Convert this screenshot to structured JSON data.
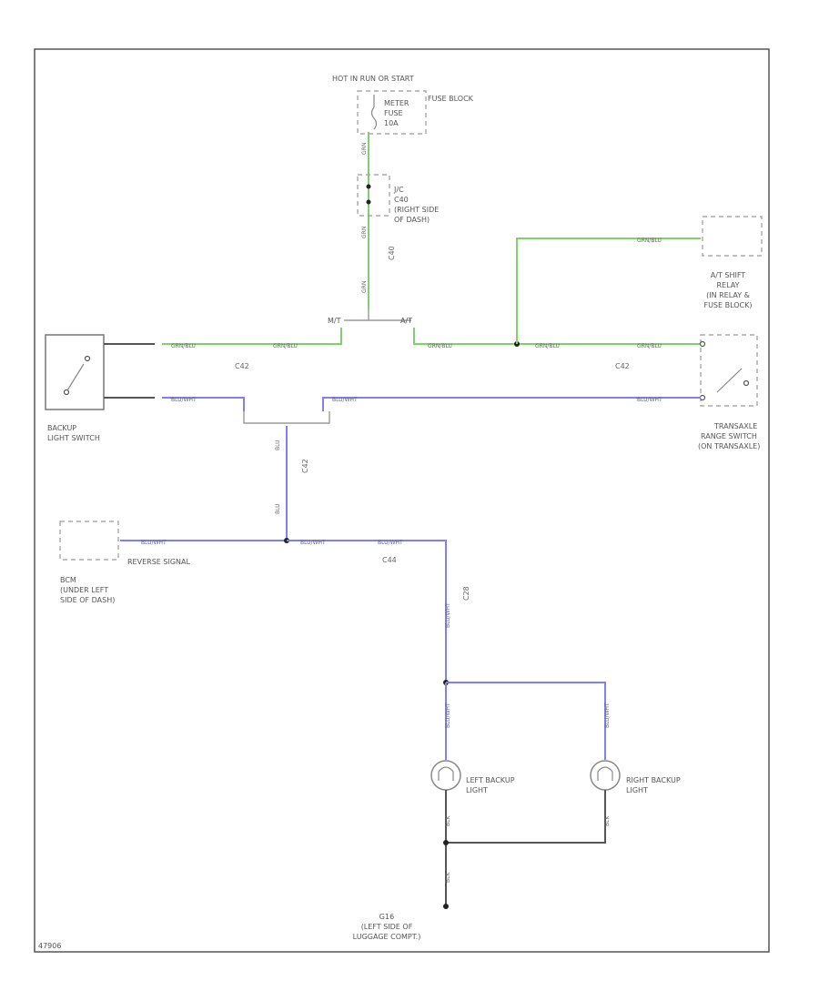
{
  "title": "",
  "figure_id": "47906",
  "components": {
    "hot_label": "HOT IN RUN OR START",
    "fuse_block": "FUSE BLOCK",
    "meter_fuse": [
      "METER",
      "FUSE",
      "10A"
    ],
    "jc": [
      "J/C",
      "C40",
      "(RIGHT SIDE",
      "OF DASH)"
    ],
    "jc_conn": "C40",
    "at_shift_relay": [
      "A/T SHIFT",
      "RELAY",
      "(IN RELAY &",
      "FUSE BLOCK)"
    ],
    "backup_switch": [
      "BACKUP",
      "LIGHT SWITCH"
    ],
    "transaxle_switch": [
      "TRANSAXLE",
      "RANGE SWITCH",
      "(ON TRANSAXLE)"
    ],
    "bcm": [
      "BCM",
      "(UNDER LEFT",
      "SIDE OF DASH)"
    ],
    "bcm_pin": "REVERSE SIGNAL",
    "left_backup": [
      "LEFT BACKUP",
      "LIGHT"
    ],
    "right_backup": [
      "RIGHT BACKUP",
      "LIGHT"
    ],
    "ground": [
      "G16",
      "(LEFT SIDE OF",
      "LUGGAGE COMPT.)"
    ],
    "mt_label": "M/T",
    "at_label": "A/T"
  },
  "connectors": {
    "c42_left": "C42",
    "c42_right": "C42",
    "c42_vert": "C42",
    "c44": "C44",
    "c28": "C28"
  },
  "wires": {
    "grn": "GRN",
    "grn_blu": "GRN/BLU",
    "blu": "BLU",
    "blu_wht": "BLU/WHT",
    "blk": "BLK"
  },
  "colors": {
    "grn_wire": "#7fd26a",
    "blu_wire": "#8080ee",
    "blk_wire": "#555555",
    "border": "#555555"
  }
}
